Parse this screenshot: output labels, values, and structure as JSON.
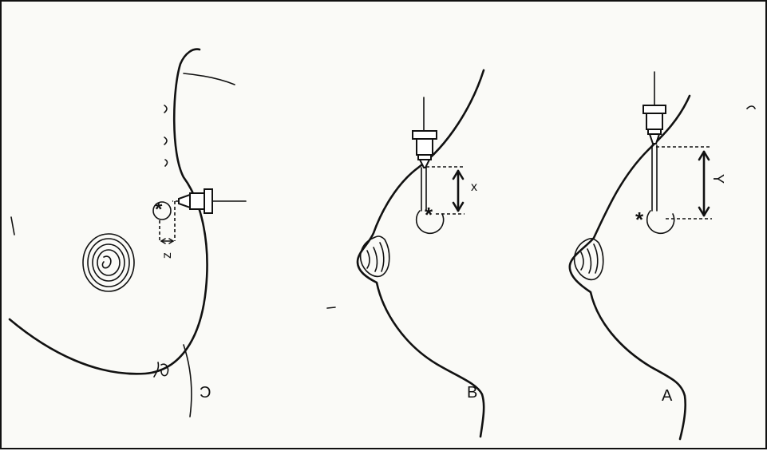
{
  "panels": {
    "A": {
      "label": "A",
      "measure_label": "Y"
    },
    "B": {
      "label": "B",
      "measure_label": "x"
    },
    "C": {
      "label": "C",
      "measure_label": "z"
    }
  },
  "marks": {
    "lesion": "*"
  },
  "colors": {
    "ink": "#111111",
    "paper": "#fafaf7"
  }
}
